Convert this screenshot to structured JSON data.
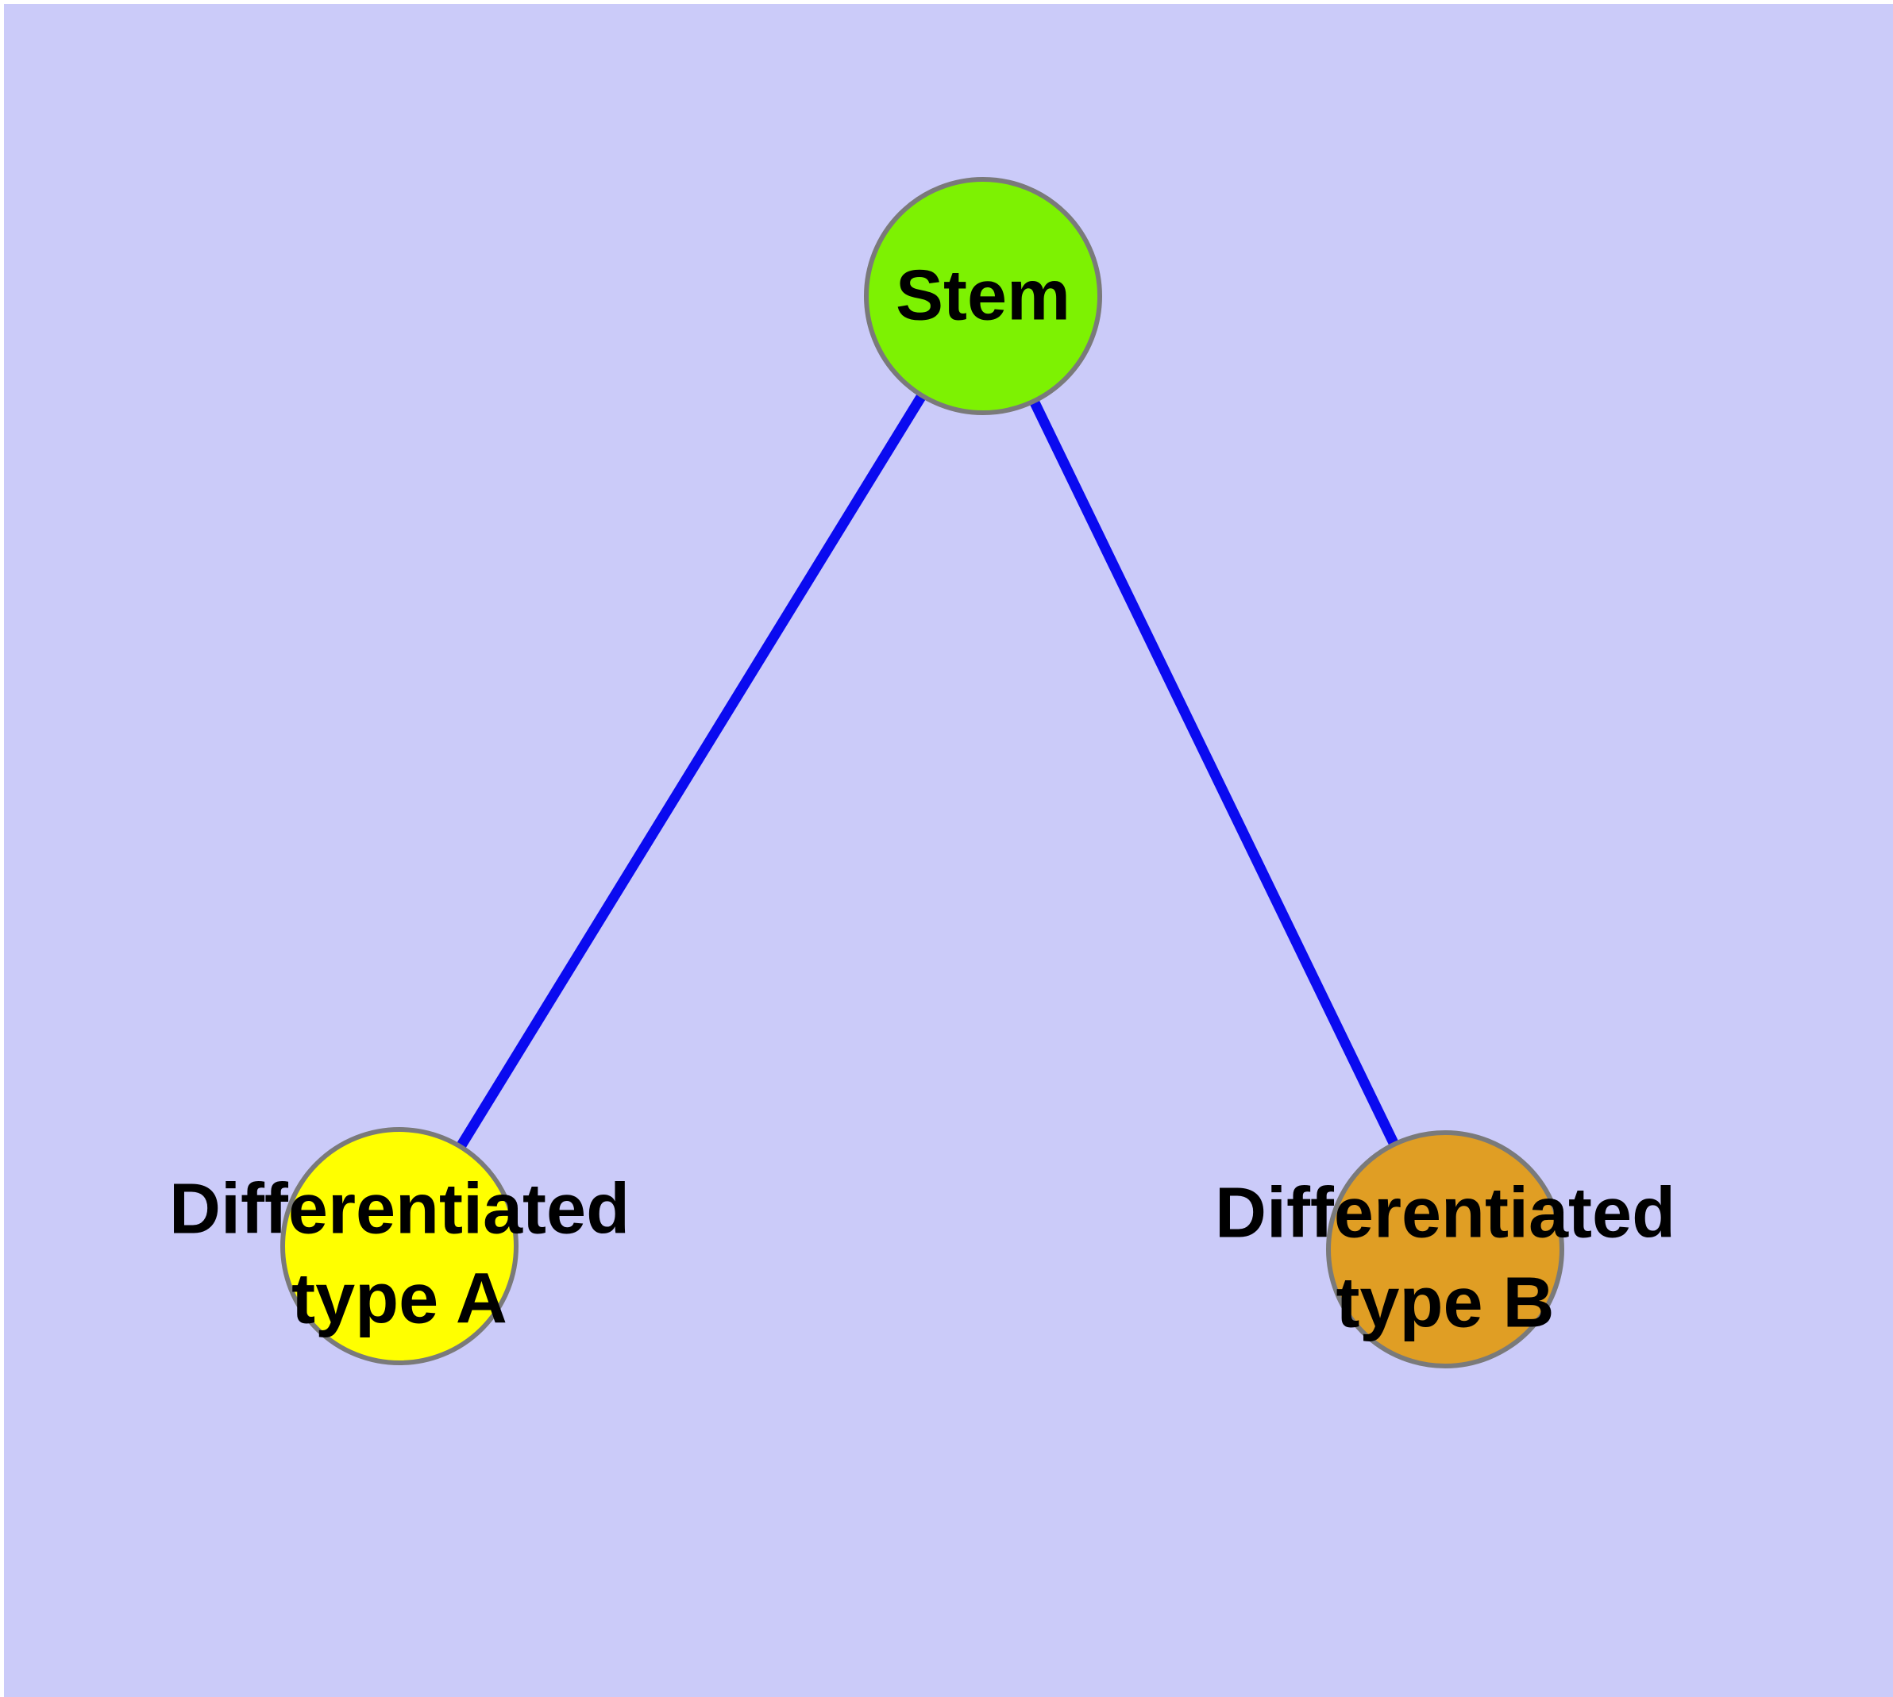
{
  "diagram": {
    "background_color": "#cbcbf9",
    "page_margin_color": "#ffffff",
    "edge_color": "#0a0af0",
    "node_border_color": "#7a7a7a",
    "text_color": "#000000",
    "nodes": [
      {
        "id": "stem",
        "label": "Stem",
        "fill_color": "#7df202"
      },
      {
        "id": "differentiated-type-a",
        "label": "Differentiated\ntype A",
        "fill_color": "#ffff00"
      },
      {
        "id": "differentiated-type-b",
        "label": "Differentiated\ntype B",
        "fill_color": "#e09e24"
      }
    ],
    "edges": [
      {
        "from": "stem",
        "to": "differentiated-type-a"
      },
      {
        "from": "stem",
        "to": "differentiated-type-b"
      }
    ]
  }
}
